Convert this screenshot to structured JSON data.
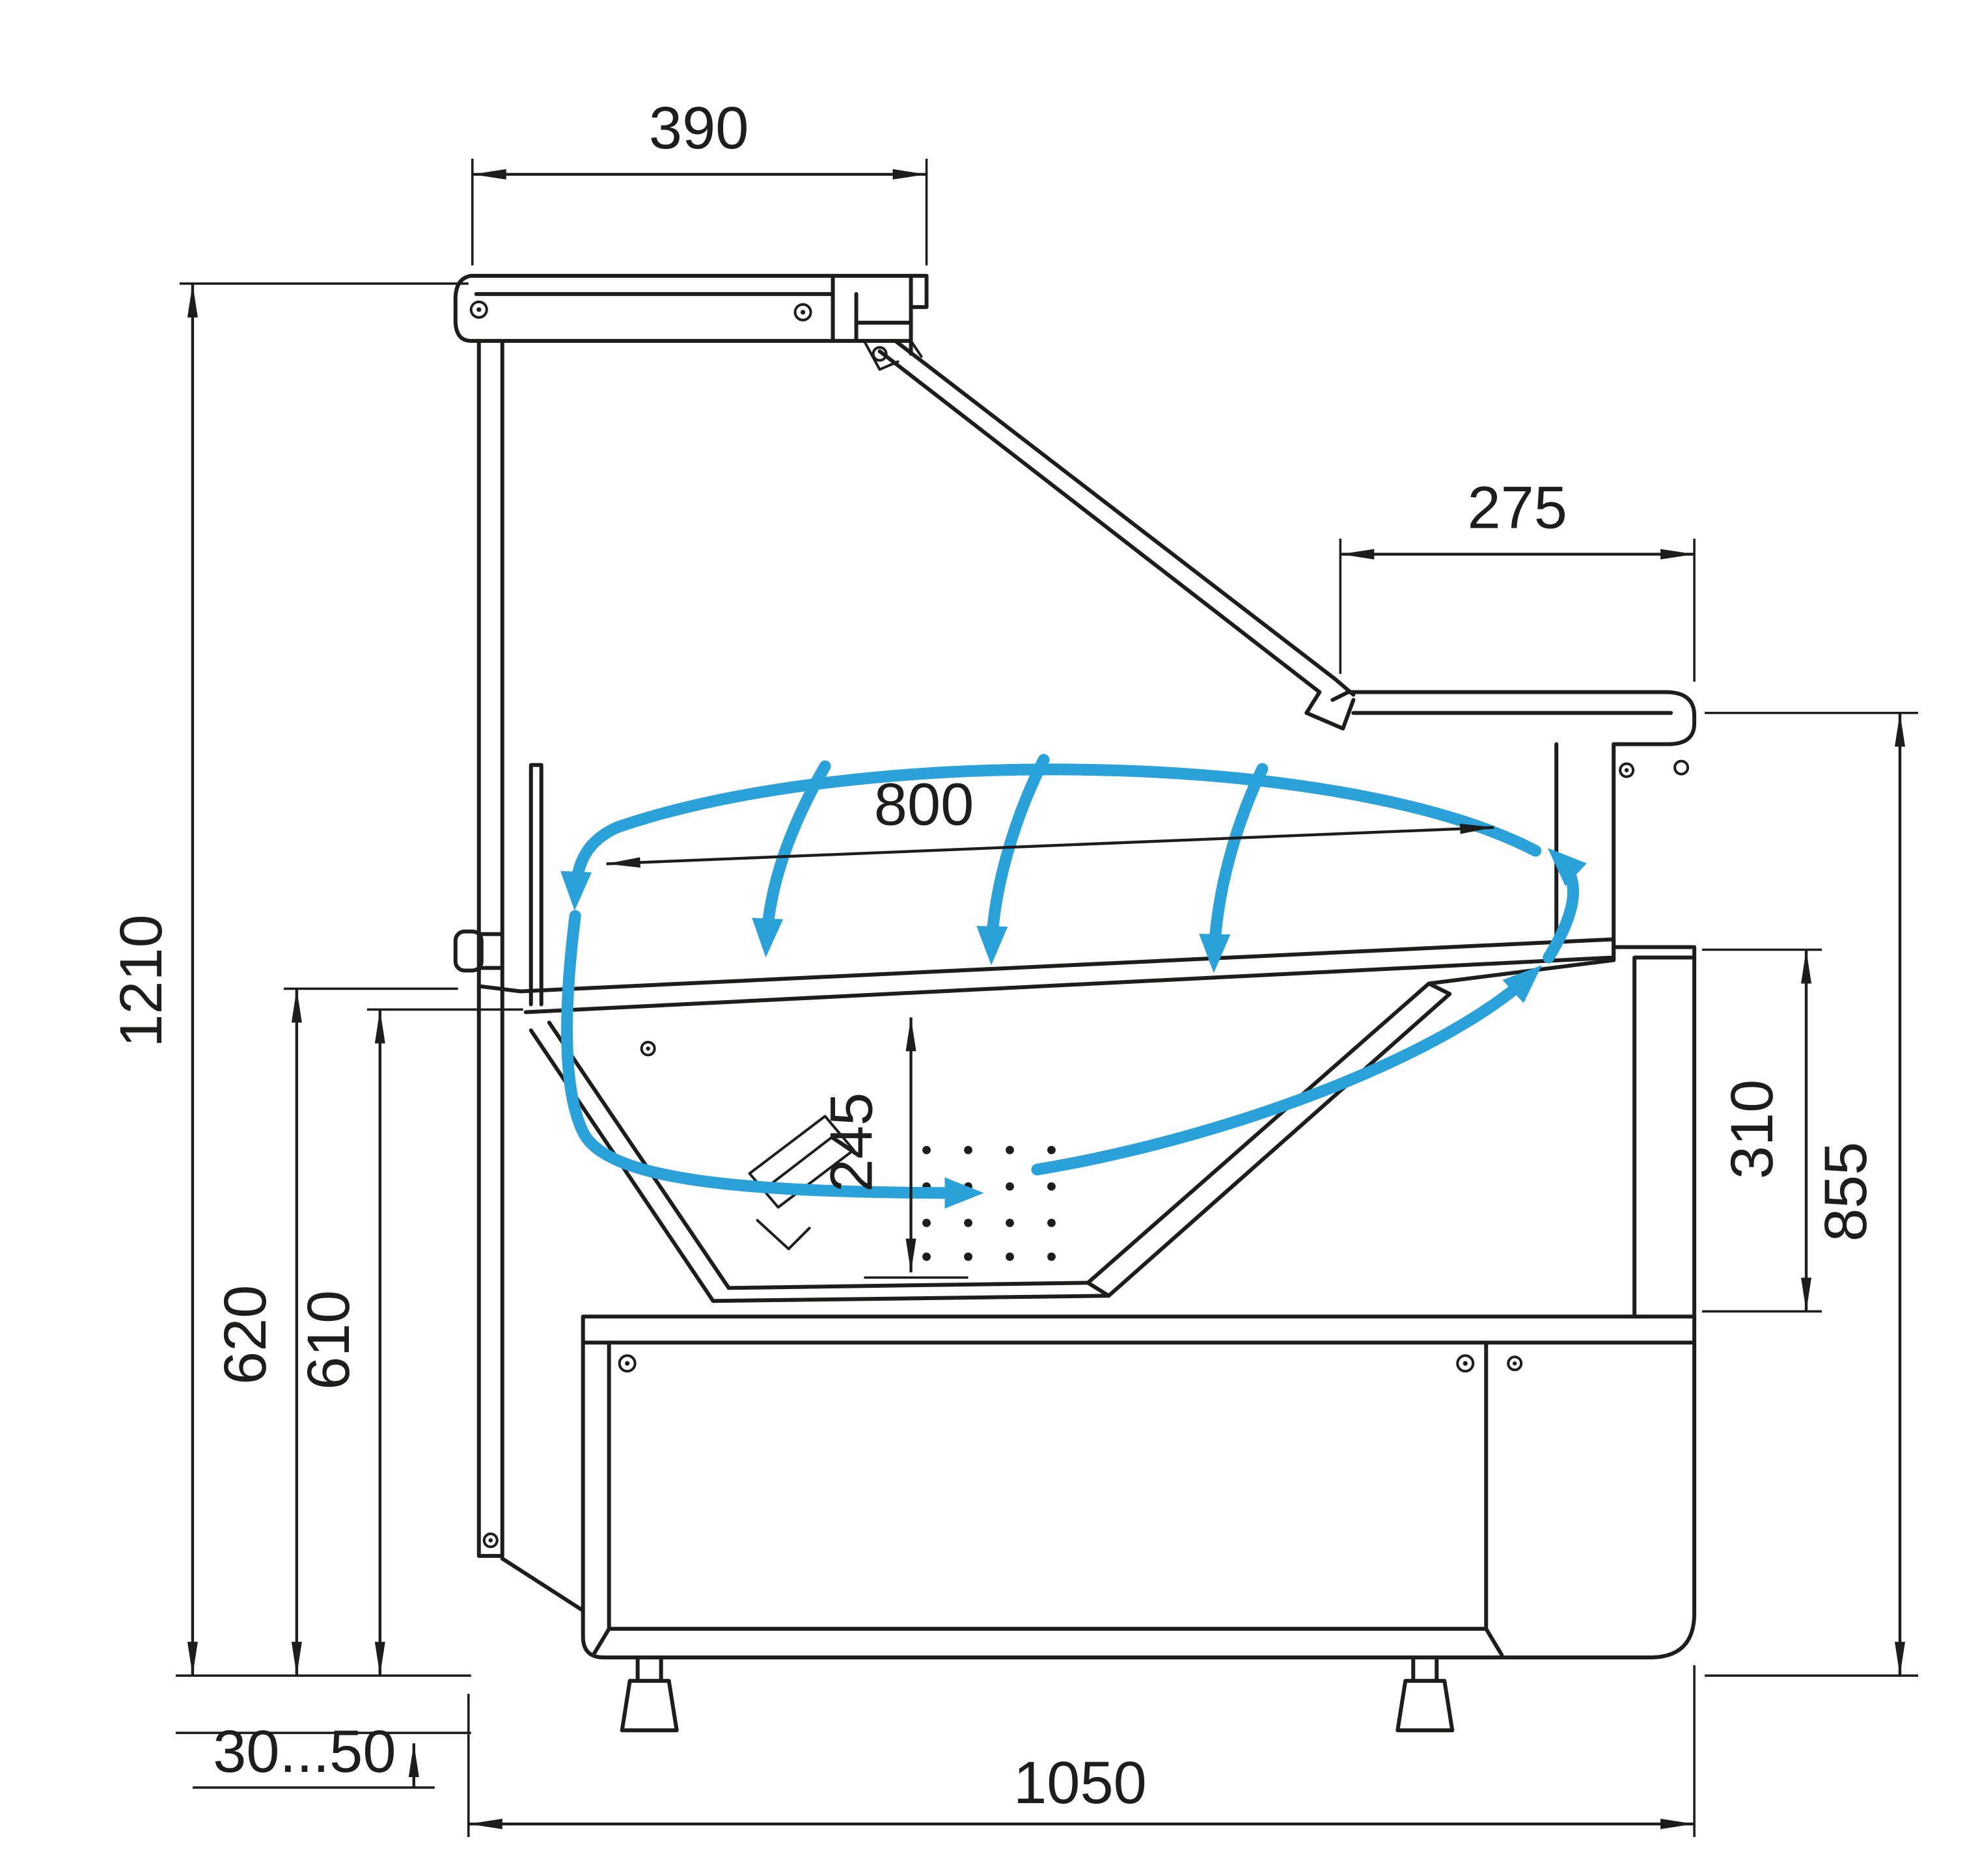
{
  "diagram": {
    "colors": {
      "line": "#1d1d1b",
      "flow": "#2ba1da",
      "bg": "#ffffff"
    },
    "dims": {
      "top_390": "390",
      "shelf_275": "275",
      "inner_800": "800",
      "height_1210": "1210",
      "back_620": "620",
      "back_610": "610",
      "well_245": "245",
      "front_310": "310",
      "right_855": "855",
      "feet_range": "30...50",
      "depth_1050": "1050"
    }
  }
}
